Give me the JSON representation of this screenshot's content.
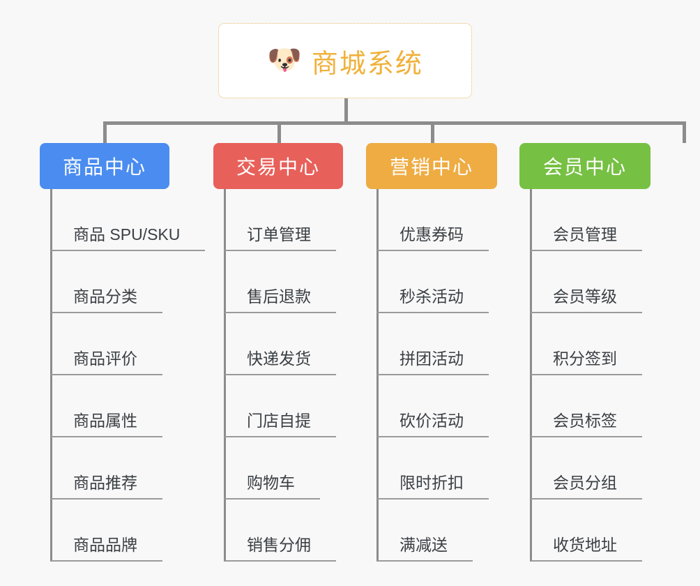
{
  "page": {
    "background_color": "#f8f8f8",
    "type": "mindmap-tree"
  },
  "root": {
    "icon": "shiba-dog-emoji",
    "icon_glyph": "🐶",
    "title": "商城系统",
    "text_color": "#f0b13a",
    "border_color": "#e8b760",
    "background_color": "#ffffff"
  },
  "connector": {
    "color": "#8c8c8c"
  },
  "branches": [
    {
      "id": "product-center",
      "title": "商品中心",
      "color": "#4a8cf0",
      "items": [
        "商品 SPU/SKU",
        "商品分类",
        "商品评价",
        "商品属性",
        "商品推荐",
        "商品品牌"
      ]
    },
    {
      "id": "trade-center",
      "title": "交易中心",
      "color": "#e8605a",
      "items": [
        "订单管理",
        "售后退款",
        "快递发货",
        "门店自提",
        "购物车",
        "销售分佣"
      ]
    },
    {
      "id": "marketing-center",
      "title": "营销中心",
      "color": "#eeac43",
      "items": [
        "优惠券码",
        "秒杀活动",
        "拼团活动",
        "砍价活动",
        "限时折扣",
        "满减送"
      ]
    },
    {
      "id": "member-center",
      "title": "会员中心",
      "color": "#76c043",
      "items": [
        "会员管理",
        "会员等级",
        "积分签到",
        "会员标签",
        "会员分组",
        "收货地址"
      ]
    }
  ]
}
